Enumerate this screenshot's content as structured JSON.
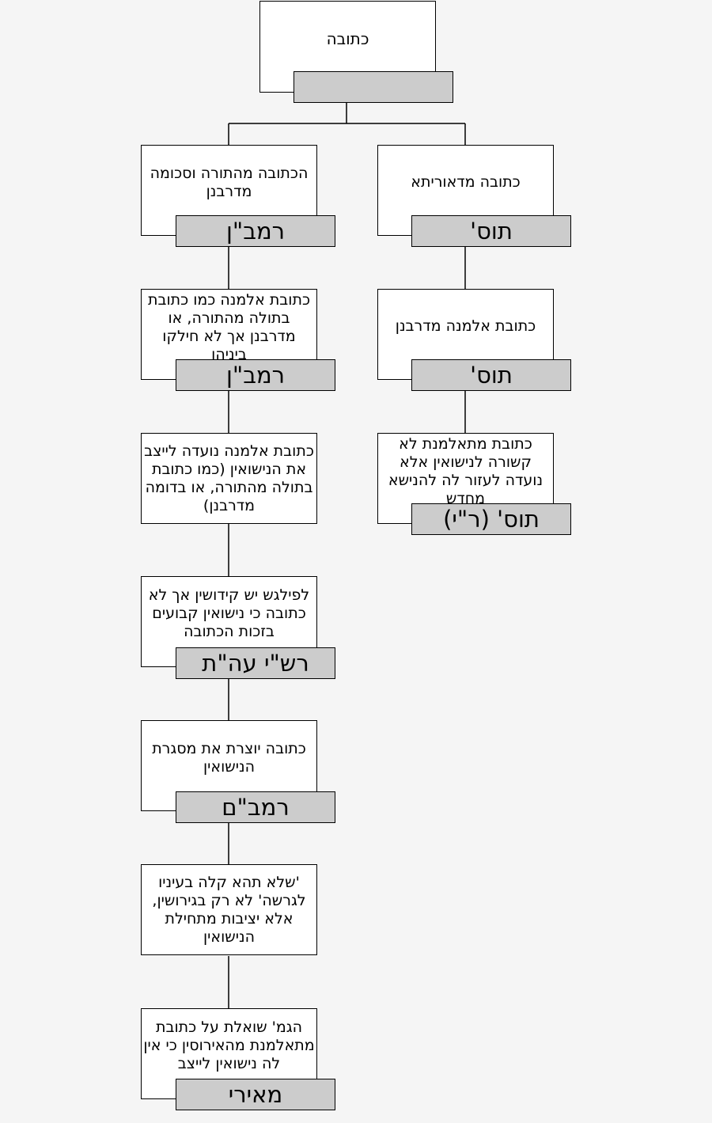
{
  "root": {
    "text": "כתובה",
    "source": ""
  },
  "right_column": [
    {
      "text": "כתובה מדאוריתא",
      "source": "תוס'"
    },
    {
      "text": "כתובת אלמנה מדרבנן",
      "source": "תוס'"
    },
    {
      "text": "כתובת מתאלמנת לא קשורה לנישואין אלא נועדה לעזור לה להנישא מחדש",
      "source": "תוס' (ר\"י)"
    }
  ],
  "left_column": [
    {
      "text": "הכתובה מהתורה וסכומה מדרבנן",
      "source": "רמב\"ן"
    },
    {
      "text": "כתובת אלמנה כמו כתובת בתולה מהתורה, או מדרבנן אך לא חילקו ביניהן",
      "source": "רמב\"ן"
    },
    {
      "text": "כתובת אלמנה נועדה לייצב את הנישואין (כמו כתובת בתולה מהתורה, או בדומה מדרבנן)",
      "source": ""
    },
    {
      "text": "לפילגש יש קידושין אך לא כתובה כי נישואין קבועים בזכות הכתובה",
      "source": "רש\"י עה\"ת"
    },
    {
      "text": "כתובה יוצרת את מסגרת הנישואין",
      "source": "רמב\"ם"
    },
    {
      "text": "'שלא תהא קלה בעיניו לגרשה' לא רק בגירושין, אלא יציבות מתחילת הנישואין",
      "source": ""
    },
    {
      "text": "הגמ' שואלת על כתובת מתאלמנת מהאירוסין כי אין לה נישואין לייצב",
      "source": "מאירי"
    }
  ],
  "colors": {
    "node_fill": "#ffffff",
    "tag_fill": "#cccccc",
    "stroke": "#000000",
    "background": "#f5f5f5"
  }
}
